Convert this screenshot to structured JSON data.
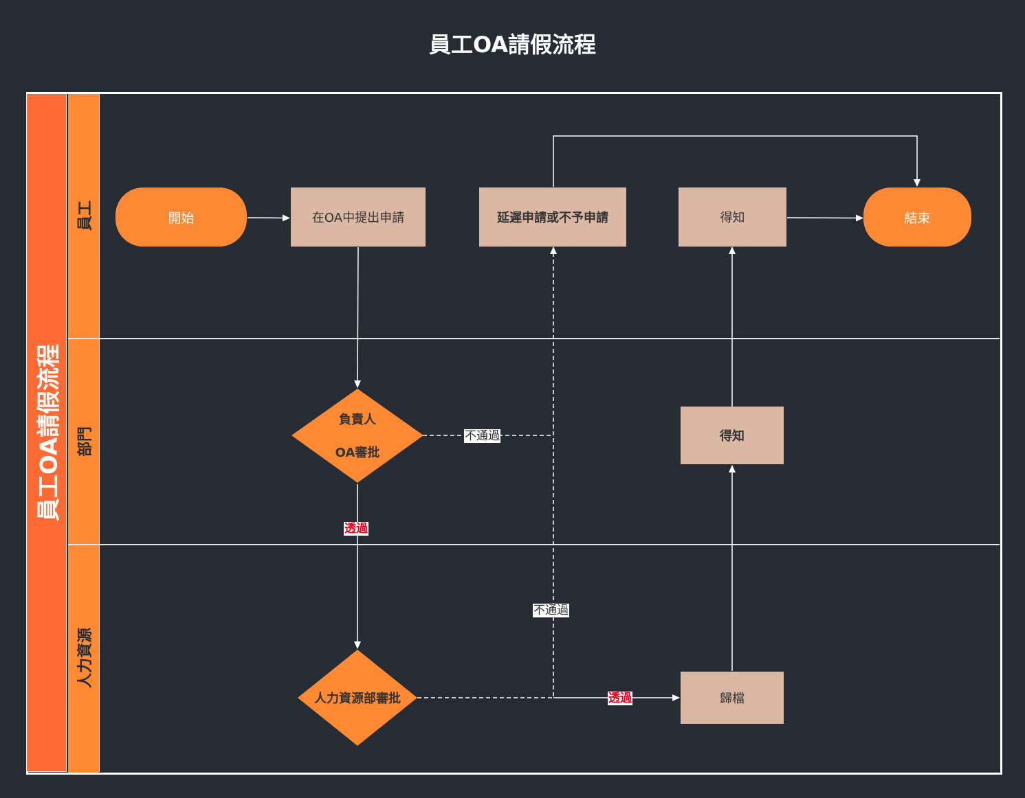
{
  "title": "員工OA請假流程",
  "pool_label": "員工OA請假流程",
  "lanes": [
    {
      "label": "員工"
    },
    {
      "label": "部門"
    },
    {
      "label": "人力資源"
    }
  ],
  "nodes": {
    "start": "開始",
    "submit": "在OA中提出申請",
    "delay": "延遲申請或不予申請",
    "notify_employee": "得知",
    "end": "結束",
    "dept_approval_line1": "負責人",
    "dept_approval_line2": "OA審批",
    "notify_dept": "得知",
    "hr_approval": "人力資源部審批",
    "archive": "歸檔"
  },
  "edge_labels": {
    "dept_reject": "不通過",
    "dept_pass": "透過",
    "hr_reject": "不通過",
    "hr_pass": "透過"
  },
  "colors": {
    "background": "#252c34",
    "pool_header": "#fe6b34",
    "lane_header": "#ff8a33",
    "terminal": "#ff8a33",
    "process": "#dbb8a3",
    "pass_label": "#e8001c",
    "line": "#e6e6e6"
  }
}
